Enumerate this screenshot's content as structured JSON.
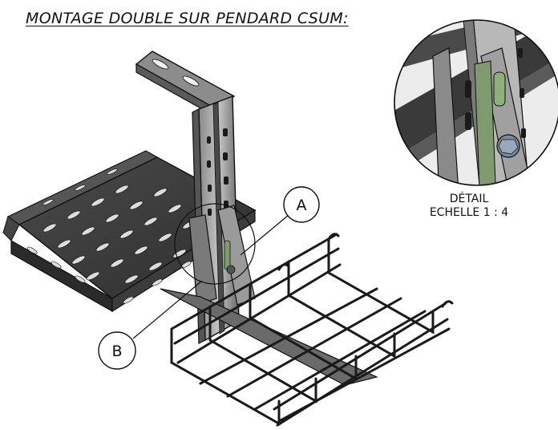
{
  "title": "MONTAGE DOUBLE SUR PENDARD CSUM:",
  "detail": {
    "line1": "DÉTAIL",
    "line2": "ECHELLE 1 : 4"
  },
  "callouts": {
    "a": "A",
    "b": "B"
  },
  "colors": {
    "metal_dark": "#3a3a3a",
    "metal_mid": "#6e6e6e",
    "metal_light": "#b4b4b4",
    "green_part": "#7f9a6f",
    "outline": "#111111"
  }
}
